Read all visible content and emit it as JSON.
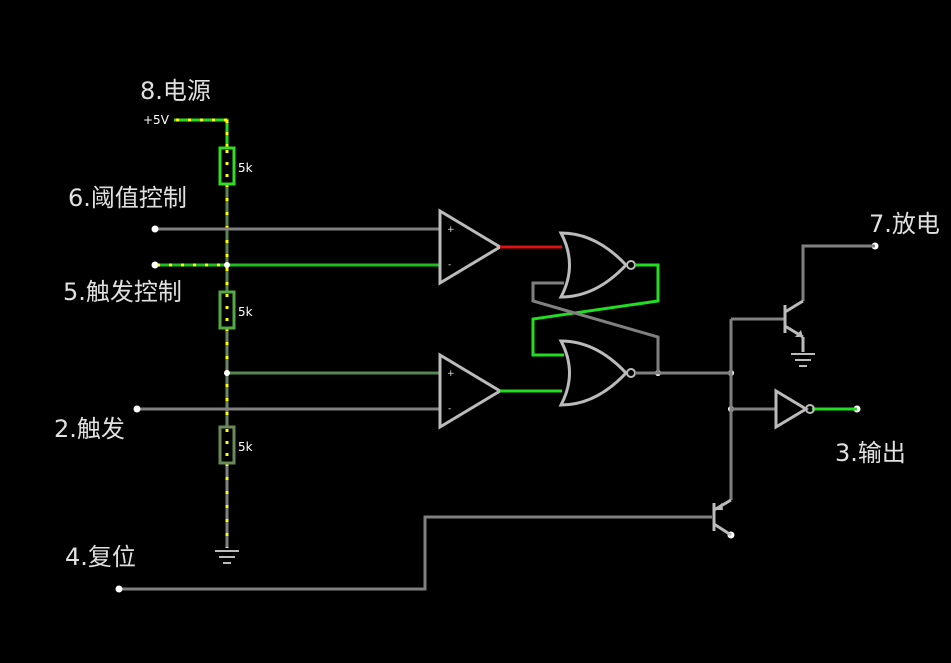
{
  "labels": {
    "pin8": "8.电源",
    "pin6": "6.阈值控制",
    "pin5": "5.触发控制",
    "pin2": "2.触发",
    "pin4": "4.复位",
    "pin7": "7.放电",
    "pin3": "3.输出"
  },
  "supply": "+5V",
  "resistors": [
    "5k",
    "5k",
    "5k"
  ],
  "comparator_signs": {
    "plus": "+",
    "minus": "-"
  },
  "colors": {
    "background": "#000000",
    "wire_off": "#808080",
    "wire_high": "#22dd22",
    "wire_red": "#dd1111",
    "current_dots": "#ffff00",
    "component": "#bbbbbb",
    "text": "#e0e0e0"
  }
}
